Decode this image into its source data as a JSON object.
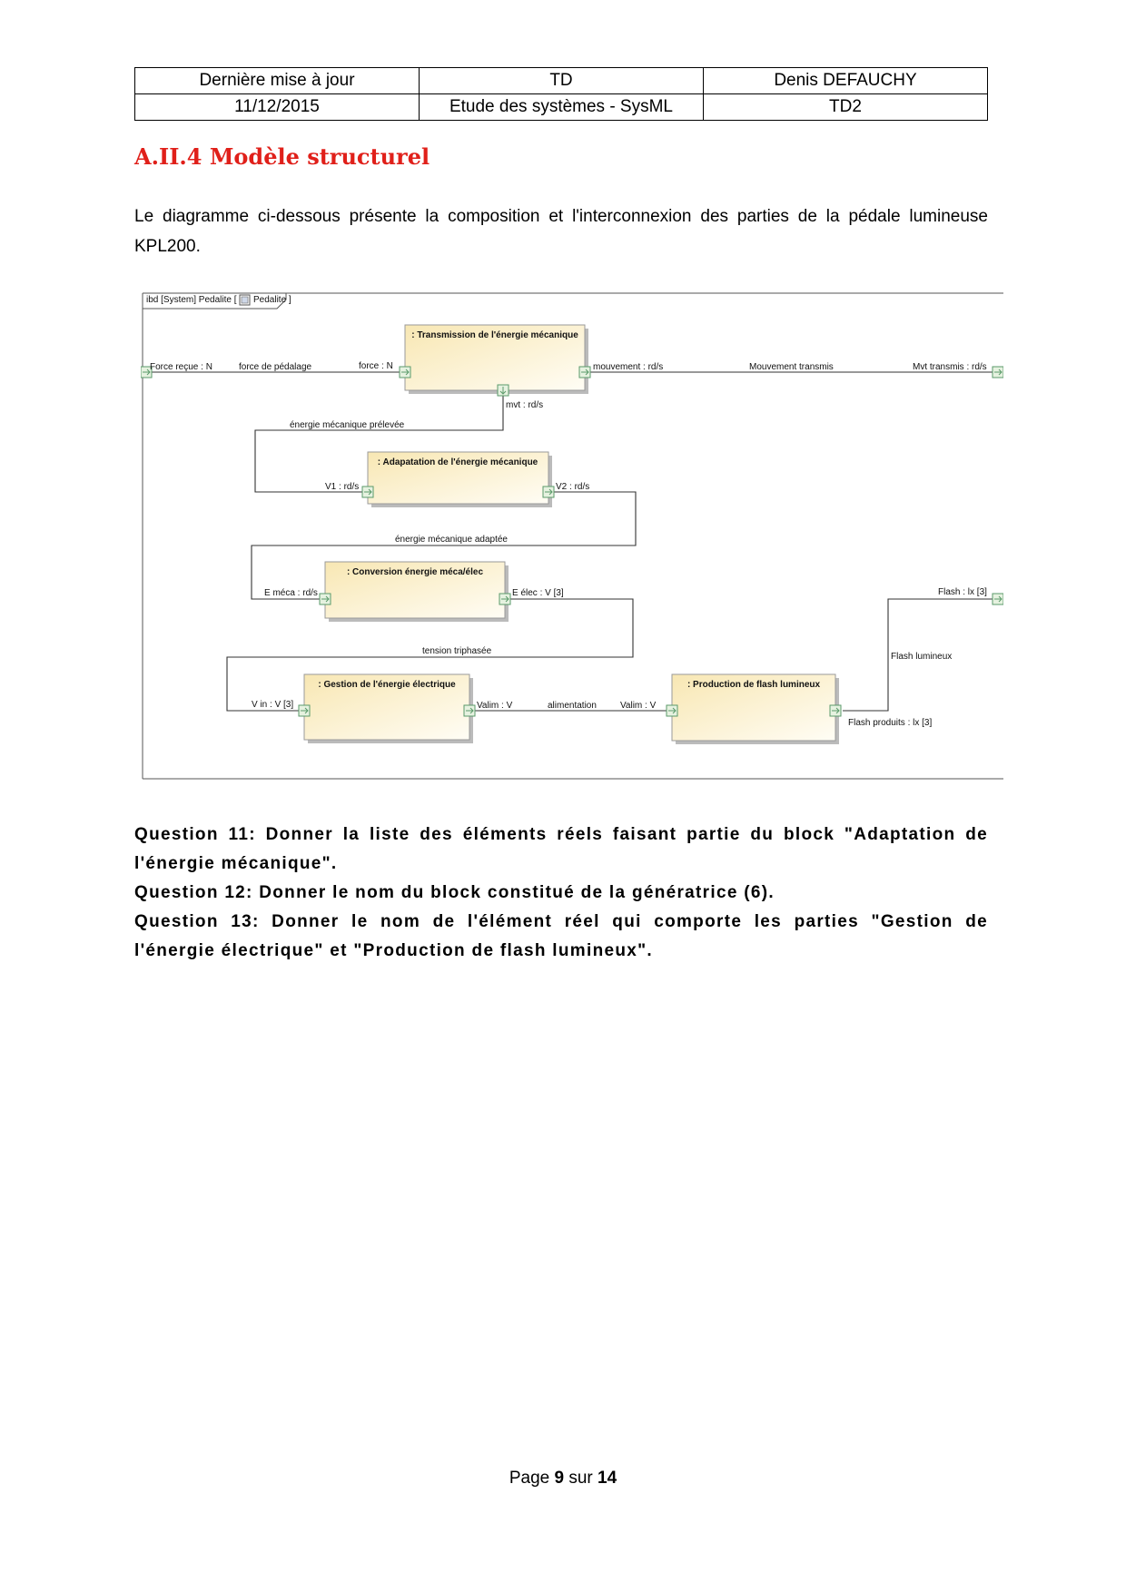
{
  "header": {
    "row1": [
      "Dernière mise à jour",
      "TD",
      "Denis DEFAUCHY"
    ],
    "row2": [
      "11/12/2015",
      "Etude des systèmes - SysML",
      "TD2"
    ]
  },
  "section_title": "A.II.4 Modèle structurel",
  "intro": "Le diagramme ci-dessous présente la composition et l'interconnexion des parties de la pédale lumineuse KPL200.",
  "diagram": {
    "frame_label_a": "ibd [System] Pedalite [",
    "frame_label_b": "Pedalite ]",
    "blocks": {
      "transmission": ": Transmission de l'énergie mécanique",
      "adaptation": ": Adapatation de l'énergie mécanique",
      "conversion": ": Conversion énergie méca/élec",
      "gestion": ": Gestion de l'énergie électrique",
      "production": ": Production de flash lumineux"
    },
    "labels": {
      "force_recue": "Force reçue : N",
      "force_pedalage": "force de pédalage",
      "force": "force : N",
      "mouvement": "mouvement : rd/s",
      "mouvement_transmis": "Mouvement transmis",
      "mvt_transmis": "Mvt transmis : rd/s",
      "mvt": "mvt : rd/s",
      "energie_prelevee": "énergie mécanique prélevée",
      "v1": "V1 : rd/s",
      "v2": "V2 : rd/s",
      "energie_adaptee": "énergie mécanique adaptée",
      "e_meca": "E méca : rd/s",
      "e_elec": "E élec : V [3]",
      "tension": "tension triphasée",
      "v_in": "V in : V [3]",
      "valim_out": "Valim : V",
      "alimentation": "alimentation",
      "valim_in": "Valim : V",
      "flash": "Flash : lx [3]",
      "flash_lumineux": "Flash lumineux",
      "flash_produits": "Flash produits : lx [3]"
    }
  },
  "questions": [
    "Question 11:  Donner la liste des éléments réels faisant partie du block \"Adaptation de l'énergie mécanique\".",
    "Question 12:  Donner le nom du block constitué de la génératrice (6).",
    "Question 13:  Donner le nom de l'élément réel qui comporte les parties \"Gestion de l'énergie électrique\" et \"Production de flash lumineux\"."
  ],
  "footer": {
    "page_word": "Page",
    "page": "9",
    "sur": "sur",
    "total": "14"
  },
  "colors": {
    "title": "#e0201a",
    "block_fill": "#fbf3d2",
    "port_fill": "#e6f2e0",
    "port_stroke": "#5a9a6a"
  }
}
